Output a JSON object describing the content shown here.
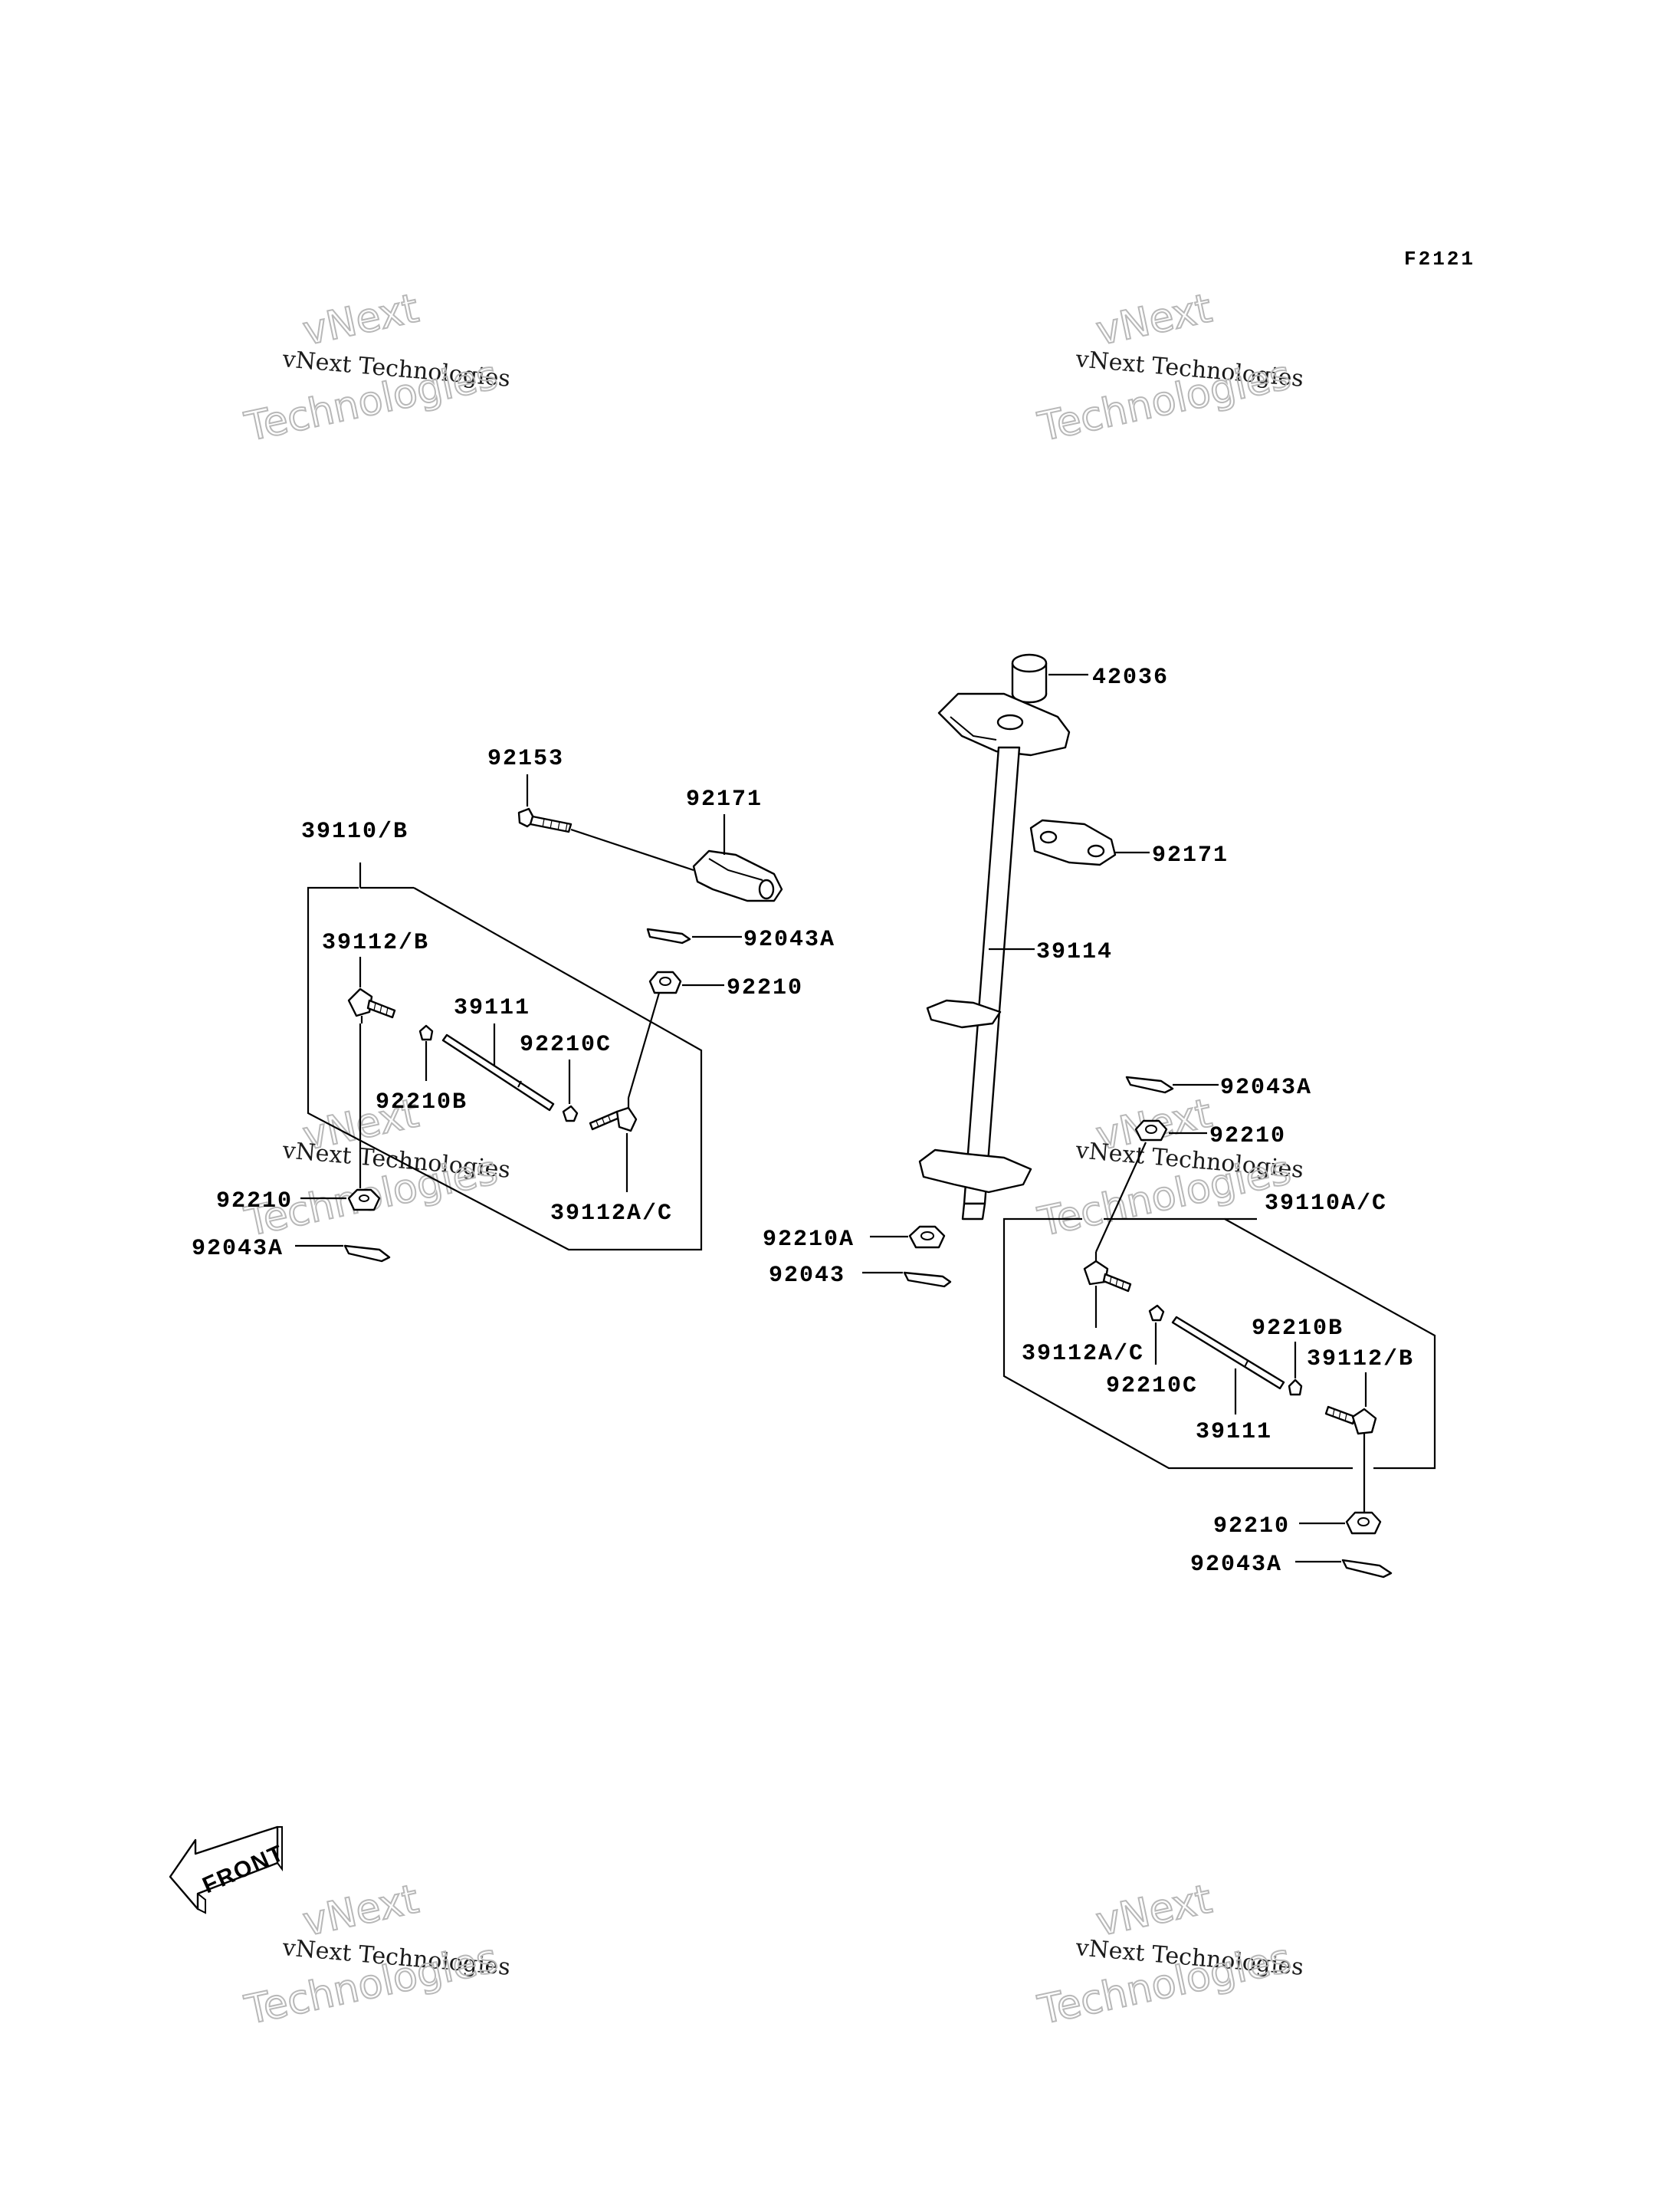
{
  "diagram_code": "F2121",
  "watermark": {
    "text_line": "vNext Technologies",
    "text_word1": "vNext",
    "text_word2": "Technologies"
  },
  "front_label": "FRONT",
  "labels": {
    "p42036": "42036",
    "p92153": "92153",
    "p92171_left": "92171",
    "p92171_right": "92171",
    "p39110B": "39110/B",
    "p39112B_left": "39112/B",
    "p92043A_top": "92043A",
    "p92210_top": "92210",
    "p39114": "39114",
    "p39111_left": "39111",
    "p92210C_left": "92210C",
    "p92210B_left": "92210B",
    "p92210_left": "92210",
    "p92043A_left": "92043A",
    "p39112AC_left": "39112A/C",
    "p92043A_right": "92043A",
    "p92210_right": "92210",
    "p39110AC": "39110A/C",
    "p92210A": "92210A",
    "p92043": "92043",
    "p92210B_right": "92210B",
    "p39112AC_right": "39112A/C",
    "p39112B_right": "39112/B",
    "p92210C_right": "92210C",
    "p39111_right": "39111",
    "p92210_bottom": "92210",
    "p92043A_bottom": "92043A"
  }
}
